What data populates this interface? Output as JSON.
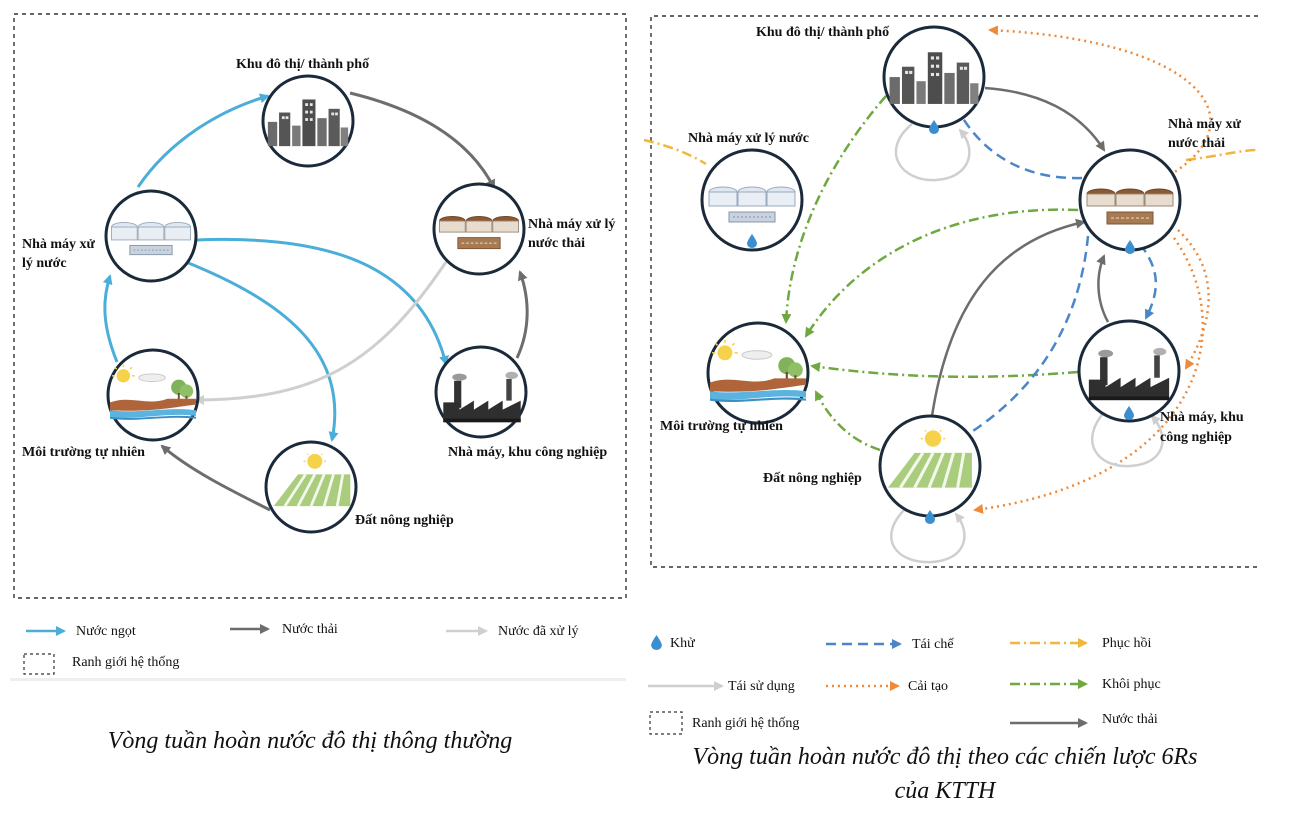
{
  "left_diagram": {
    "nodes": {
      "city": "Khu đô thị/ thành phố",
      "water_plant_line1": "Nhà máy xử",
      "water_plant_line2": "lý nước",
      "wastewater_plant_line1": "Nhà máy xử lý",
      "wastewater_plant_line2": "nước thải",
      "industry": "Nhà máy, khu công nghiệp",
      "agriculture": "Đất nông nghiệp",
      "environment": "Môi trường tự nhiên"
    },
    "legend": {
      "fresh_water": "Nước ngọt",
      "wastewater": "Nước thải",
      "treated_water": "Nước đã xử lý",
      "boundary": "Ranh giới hệ thống"
    },
    "caption": "Vòng tuần hoàn nước đô thị thông thường"
  },
  "right_diagram": {
    "nodes": {
      "city": "Khu đô thị/ thành phố",
      "water_plant": "Nhà máy xử lý nước",
      "wastewater_plant_line1": "Nhà máy xử",
      "wastewater_plant_line2": "nước thải",
      "industry_line1": "Nhà máy, khu",
      "industry_line2": "công nghiệp",
      "agriculture": "Đất nông nghiệp",
      "environment": "Môi trường tự nhiên"
    },
    "legend": {
      "reduce": "Khử",
      "recycle": "Tái chế",
      "recover": "Phục hồi",
      "reuse": "Tái sử dụng",
      "renovate": "Cải tạo",
      "restore": "Khôi phục",
      "boundary": "Ranh giới hệ thống",
      "wastewater": "Nước thải"
    },
    "caption_line1": "Vòng tuần hoàn nước đô thị theo các chiến lược 6Rs",
    "caption_line2": "của KTTH"
  },
  "colors": {
    "fresh_water": "#4aaed9",
    "wastewater": "#6d6d6d",
    "treated_water": "#cfcfcf",
    "recycle": "#4a86c8",
    "recover": "#f2b63a",
    "renovate": "#ee8a3a",
    "restore": "#6ea83f",
    "reuse": "#cfcfcf"
  },
  "icons": [
    "city-icon",
    "water-treatment-icon",
    "wastewater-treatment-icon",
    "factory-icon",
    "farmland-icon",
    "nature-icon",
    "water-drop-icon"
  ]
}
